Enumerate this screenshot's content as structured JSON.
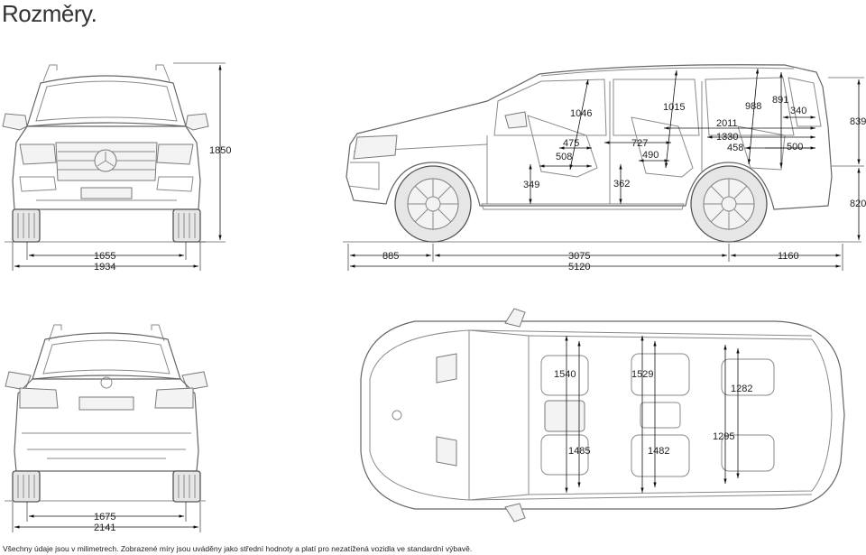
{
  "title": "Rozměry.",
  "footnote": "Všechny údaje jsou v milimetrech. Zobrazené míry jsou uváděny jako střední hodnoty a platí pro nezatížená vozidla ve standardní výbavě.",
  "front_view": {
    "height": "1850",
    "track": "1655",
    "width": "1934"
  },
  "side_view": {
    "front_overhang": "885",
    "wheelbase": "3075",
    "rear_overhang": "1160",
    "length": "5120",
    "front_seat_height": "349",
    "second_row_floor": "362",
    "front_headroom": "1046",
    "second_headroom": "1015",
    "third_headroom": "988",
    "front_seat_depth": "475",
    "front_seat_base": "508",
    "second_legroom": "727",
    "second_seat_base": "490",
    "load_length_1": "2011",
    "load_length_2": "1330",
    "load_length_3": "458",
    "rear_height": "891",
    "rear_load_a": "340",
    "rear_load_b": "500",
    "opening_height": "839",
    "sill_height": "820"
  },
  "rear_view": {
    "track": "1675",
    "width": "2141"
  },
  "top_view": {
    "front_shoulder": "1540",
    "second_shoulder": "1529",
    "third_shoulder": "1282",
    "front_hip": "1485",
    "second_hip": "1482",
    "third_hip": "1295"
  }
}
